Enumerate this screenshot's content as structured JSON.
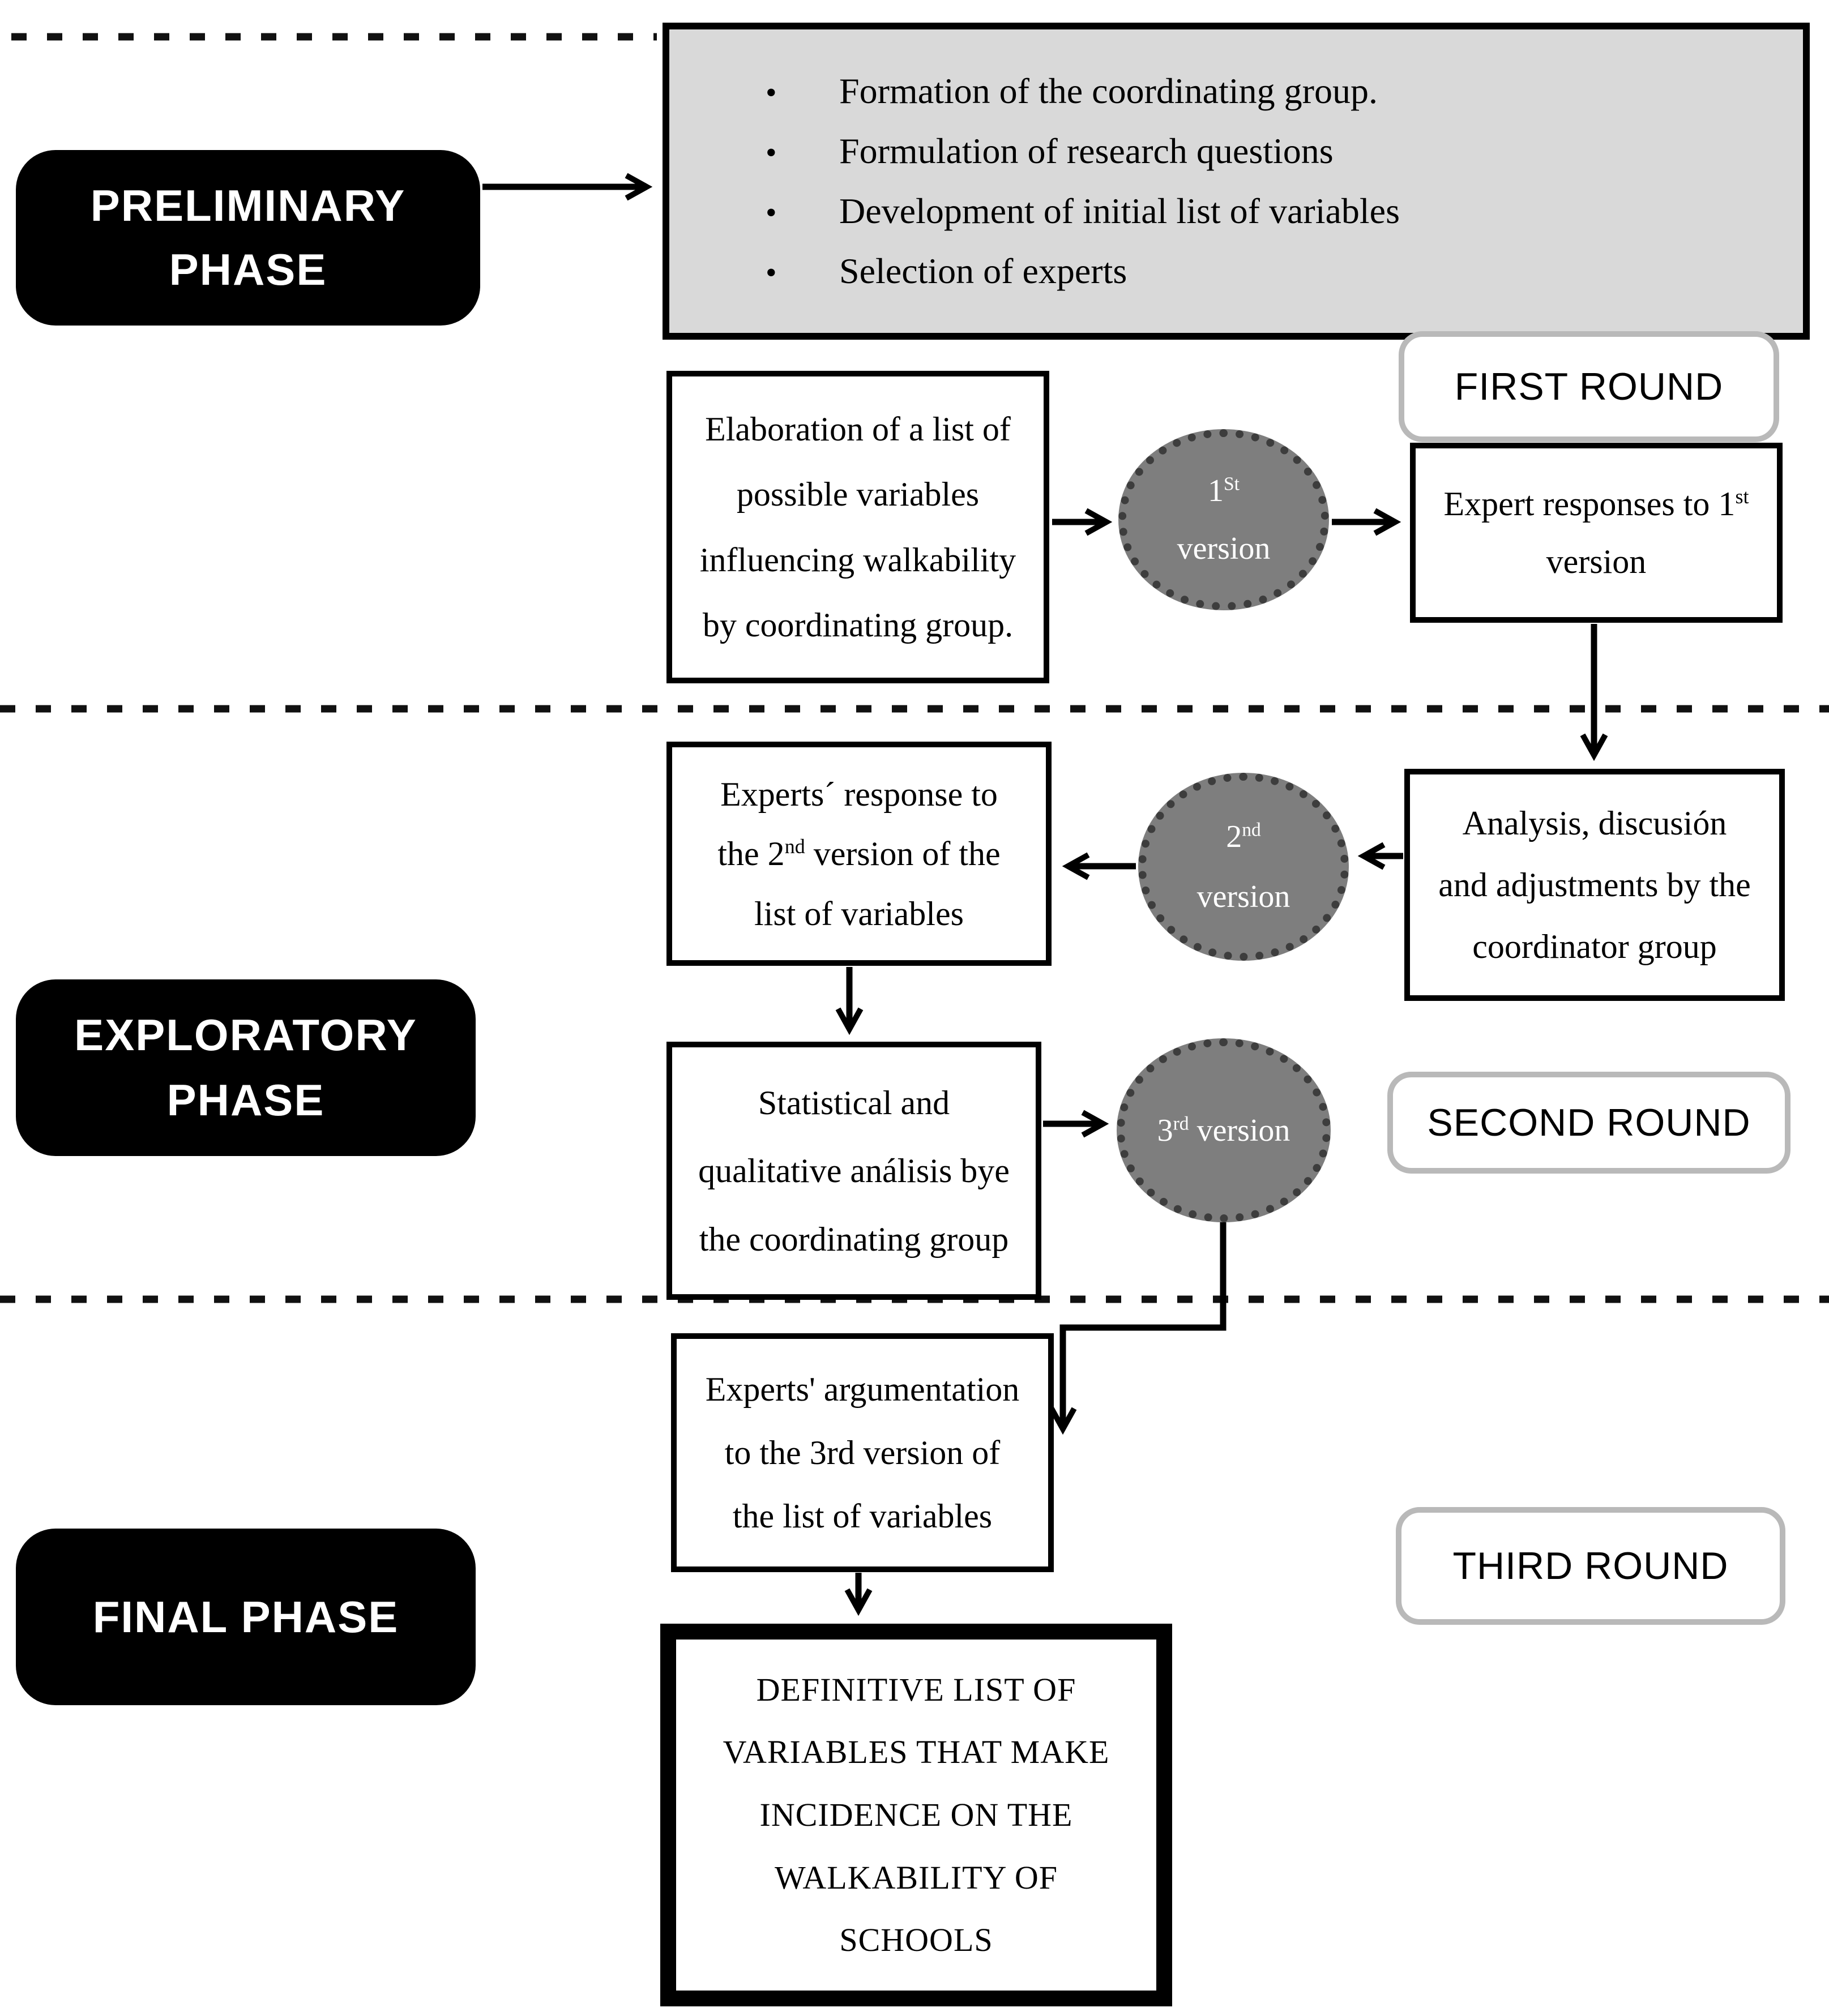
{
  "diagram": {
    "title": "Delphi study phases flowchart",
    "colors": {
      "phase_bg": "#000000",
      "phase_text": "#ffffff",
      "panel_bg": "#d9d9d9",
      "circle_bg": "#7e7e7e",
      "circle_border": "#3d3d3d",
      "round_border": "#b9b9b9",
      "line": "#000000"
    },
    "phases": {
      "preliminary": {
        "label_lines": [
          "PRELIMINARY",
          "PHASE"
        ]
      },
      "exploratory": {
        "label_lines": [
          "EXPLORATORY",
          "PHASE"
        ]
      },
      "final": {
        "label_lines": [
          "FINAL PHASE"
        ]
      }
    },
    "rounds": {
      "first": {
        "label": "FIRST ROUND"
      },
      "second": {
        "label": "SECOND ROUND"
      },
      "third": {
        "label": "THIRD ROUND"
      }
    },
    "preliminary_tasks": [
      "Formation of the coordinating group.",
      "Formulation of research questions",
      "Development of initial list of variables",
      "Selection of experts"
    ],
    "nodes": {
      "elaboration": {
        "lines": [
          "Elaboration of a list of",
          "possible variables",
          "influencing walkability",
          "by coordinating group."
        ]
      },
      "version1": {
        "lines": [
          "1^{St}",
          "version"
        ]
      },
      "expert_responses": {
        "lines": [
          "Expert responses to 1^{st}",
          "version"
        ]
      },
      "analysis": {
        "lines": [
          "Analysis, discusión",
          "and adjustments by the",
          "coordinator group"
        ]
      },
      "experts_response_2nd": {
        "lines": [
          "Experts´ response to",
          "the 2^{nd} version of the",
          "list of variables"
        ]
      },
      "version2": {
        "lines": [
          "2^{nd}",
          "version"
        ]
      },
      "statistical": {
        "lines": [
          "Statistical and",
          "qualitative análisis bye",
          "the coordinating group"
        ]
      },
      "version3": {
        "lines": [
          "3^{rd} version"
        ]
      },
      "argumentation": {
        "lines": [
          "Experts' argumentation",
          "to the 3rd version of",
          "the list of variables"
        ]
      },
      "definitive": {
        "lines": [
          "DEFINITIVE LIST OF",
          "VARIABLES THAT MAKE",
          "INCIDENCE ON THE",
          "WALKABILITY OF",
          "SCHOOLS"
        ]
      }
    }
  }
}
